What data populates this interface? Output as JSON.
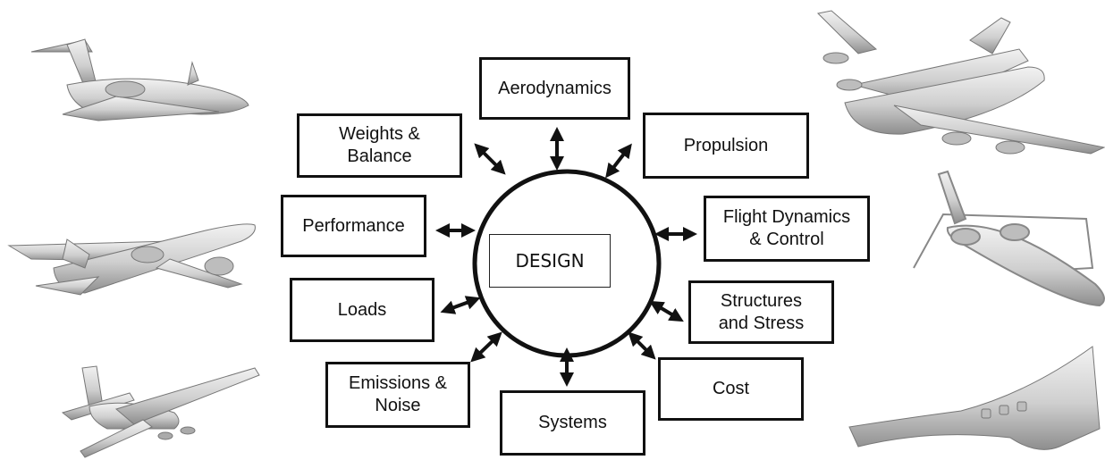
{
  "center": {
    "label": "DESIGN"
  },
  "disciplines": {
    "aerodynamics": "Aerodynamics",
    "propulsion": "Propulsion",
    "flight_dynamics": "Flight Dynamics\n& Control",
    "structures": "Structures\nand Stress",
    "cost": "Cost",
    "systems": "Systems",
    "emissions": "Emissions &\nNoise",
    "loads": "Loads",
    "performance": "Performance",
    "weights": "Weights &\nBalance"
  },
  "colors": {
    "stroke": "#111111",
    "aircraft": "#c8c8c8",
    "aircraft_shade": "#9a9a9a"
  },
  "illustrations": [
    "business-jet-icon",
    "airliner-icon",
    "aerobatic-plane-icon",
    "four-engine-jet-icon",
    "box-wing-aircraft-icon",
    "blended-wing-body-icon"
  ]
}
